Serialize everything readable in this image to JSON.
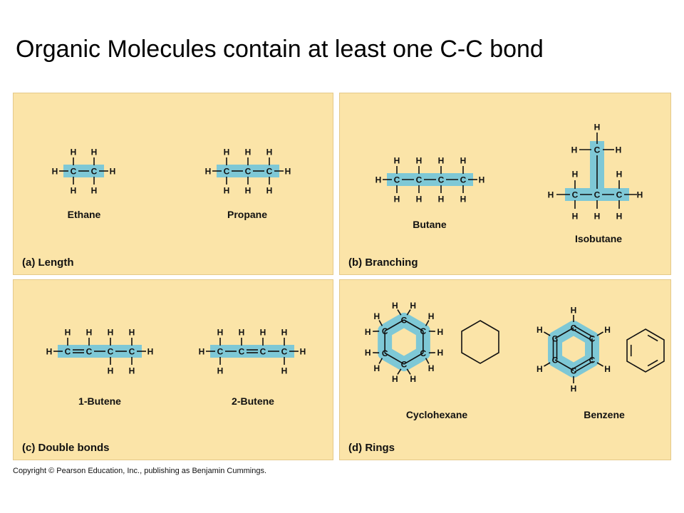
{
  "title": "Organic Molecules contain at least one C-C bond",
  "credit": "Copyright © Pearson Education, Inc., publishing as Benjamin Cummings.",
  "colors": {
    "panel": "#fbe4a8",
    "highlight": "#7ec8d6"
  },
  "panels": [
    {
      "caption": "(a) Length",
      "molecules": [
        "Ethane",
        "Propane"
      ]
    },
    {
      "caption": "(b) Branching",
      "molecules": [
        "Butane",
        "Isobutane"
      ]
    },
    {
      "caption": "(c) Double bonds",
      "molecules": [
        "1-Butene",
        "2-Butene"
      ]
    },
    {
      "caption": "(d) Rings",
      "molecules": [
        "Cyclohexane",
        "Benzene"
      ]
    }
  ],
  "atoms": {
    "carbon": "C",
    "hydrogen": "H"
  }
}
